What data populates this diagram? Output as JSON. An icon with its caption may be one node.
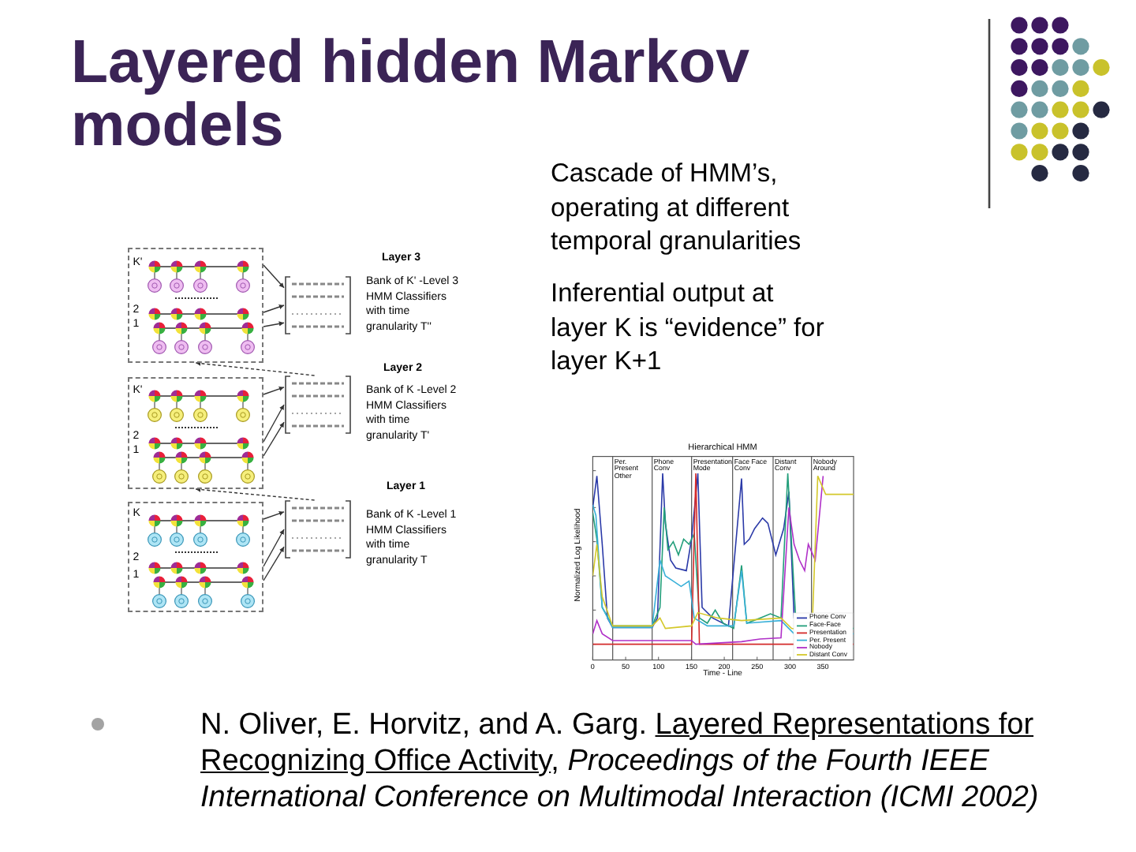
{
  "diagram": {
    "title": "Layered hidden Markov models",
    "nodes": [
      {
        "text": [
          "K'",
          "2",
          "1"
        ]
      },
      {
        "text": [],
        "shape": "matrix",
        "beside": [
          "Layer 3",
          "Bank of K' -Level 3 HMM Classifiers with time granularity T''"
        ]
      },
      {
        "text": [
          "K'",
          "2",
          "1"
        ]
      },
      {
        "text": [],
        "shape": "matrix",
        "beside": [
          "Layer 2",
          "Bank of K -Level 2 HMM Classifiers with time granularity T'"
        ]
      },
      {
        "text": [
          "K",
          "2",
          "1"
        ]
      },
      {
        "text": [],
        "shape": "matrix",
        "beside": [
          "Layer 1",
          "Bank of K -Level 1 HMM Classifiers with time granularity T"
        ]
      }
    ],
    "edges": [
      {
        "from": 0,
        "to": 1,
        "arrow": "to"
      },
      {
        "from": 0,
        "to": 1,
        "arrow": "to"
      },
      {
        "from": 0,
        "to": 1,
        "arrow": "to"
      },
      {
        "from": 3,
        "to": 0,
        "arrow": "to",
        "style": "dashed"
      },
      {
        "from": 2,
        "to": 3,
        "arrow": "to"
      },
      {
        "from": 2,
        "to": 3,
        "arrow": "to"
      },
      {
        "from": 2,
        "to": 3,
        "arrow": "to"
      },
      {
        "from": 5,
        "to": 2,
        "arrow": "to",
        "style": "dashed"
      },
      {
        "from": 4,
        "to": 5,
        "arrow": "to"
      },
      {
        "from": 4,
        "to": 5,
        "arrow": "to"
      },
      {
        "from": 4,
        "to": 5,
        "arrow": "to"
      }
    ],
    "labels": [
      "Cascade of HMM’s, operating at different temporal granularities",
      "Inferential output at layer K is “evidence” for layer K+1",
      "Hierarchical HMM",
      "Per. Present Other",
      "Phone Conv",
      "Presentation Mode",
      "Face Face Conv",
      "Distant Conv",
      "Nobody Around",
      "Normalized Log Likelihood",
      "0",
      "50",
      "100",
      "150",
      "200",
      "250",
      "300",
      "350",
      "Time - Line",
      "N. Oliver, E. Horvitz, and A. Garg.",
      "Layered Representations for Recognizing Office Activity",
      ", *Proceedings of the Fourth IEEE International Conference on Multimodal Interaction (ICMI 2002)*"
    ],
    "legend": [
      {
        "text": "Phone Conv"
      },
      {
        "text": "Face-Face"
      },
      {
        "text": "Presentation"
      },
      {
        "text": "Per. Present"
      },
      {
        "text": "Nobody"
      },
      {
        "text": "Distant Conv"
      }
    ]
  }
}
